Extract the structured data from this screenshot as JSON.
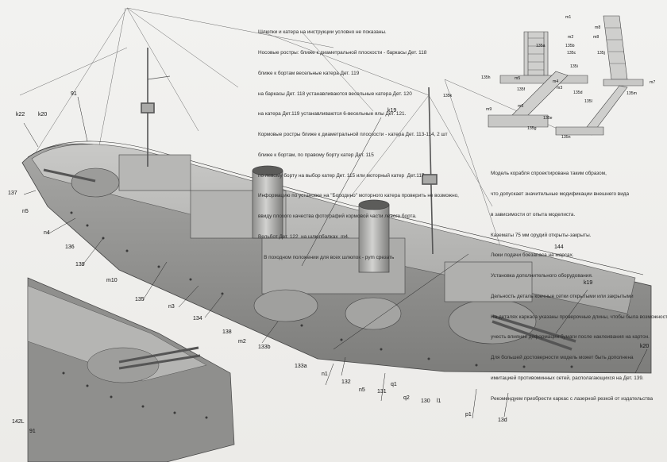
{
  "notes_top": [
    "Шлюпки и катера на инструкции условно не показаны.",
    "Носовые ростры: ближе к диаметральной плоскости - баркасы Дет. 118",
    "ближе к бортам весельные катера Дет. 119",
    "на баркасы Дет. 118 устанавливаются весельные катера Дет. 120",
    "на катера Дет.119 устанавливаются 6-весельные ялы Дет. 121.",
    "Кормовые ростры ближе к диаметральной плоскости - катера Дет. 113-114, 2 шт",
    "ближе к бортам, по правому борту катер Дет. 115",
    "по левому борту на выбор катер Дет. 115 или моторный катер  Дет.117",
    "Информацию по установке на \"Бородино\" моторного катера проверить не возможно,",
    "ввиду плохого качества фотографий кормовой части левого борта.",
    "Вельбот Дет. 122  на шлюпбалках  m4.",
    "    В походном положении для всех шлюпок - рym срезать"
  ],
  "notes_right": [
    "Модель корабля спроектирована таким образом,",
    "что допускает значительные модификации внешнего вида",
    "в зависимости от опыта моделиста.",
    "Казематы 75 мм орудий открыты-закрыты.",
    "Люки подачи боезапаса на марсах.",
    "Установка дополнительного оборудования.",
    "Дельность деталь коечные сетки открытыми или закрытыми",
    "На деталях каркаса указаны проверочные длины, чтобы была возможность",
    "учесть влияние деформации бумаги после наклеивания на картон.",
    "Для большей достоверности модель может быть дополнена",
    "имитацией противоминных сетей, располагающихся на Дет. 139.",
    "Рекомендуем приобрести каркас с лазерной резкой от издательства"
  ],
  "labels": {
    "l91": "91",
    "k22": "k22",
    "k20a": "k20",
    "l137": "137",
    "n5a": "n5",
    "n4": "n4",
    "l136": "136",
    "l139": "139",
    "m10": "m10",
    "l135": "135",
    "n3": "n3",
    "l134": "134",
    "l138": "138",
    "m2": "m2",
    "l133b": "133b",
    "l133a": "133a",
    "n1": "n1",
    "l132": "132",
    "n5b": "n5",
    "l131": "131",
    "q2": "q2",
    "q1": "q1",
    "l130": "130",
    "l1": "l1",
    "p1": "p1",
    "l13d": "13d",
    "k20b": "k20",
    "k19a": "k19",
    "k19b": "k19",
    "l144": "144",
    "l142L": "142L",
    "l91b": "91"
  },
  "ladder_labels": {
    "m1": "m1",
    "m2": "m2",
    "m3": "m3",
    "m4": "m4",
    "m5": "m5",
    "m6": "m6",
    "m7": "m7",
    "m8": "m8",
    "m9": "m9",
    "m8b": "m8",
    "s135a": "135a",
    "s135b": "135b",
    "s135c": "135c",
    "s135d": "135d",
    "s135e": "135e",
    "s135f": "135f",
    "s135g": "135g",
    "s135h": "135h",
    "s135i": "135i",
    "s135j": "135j",
    "s135k": "135k",
    "s135l": "135l",
    "s135m": "135m",
    "s135n": "135n"
  }
}
